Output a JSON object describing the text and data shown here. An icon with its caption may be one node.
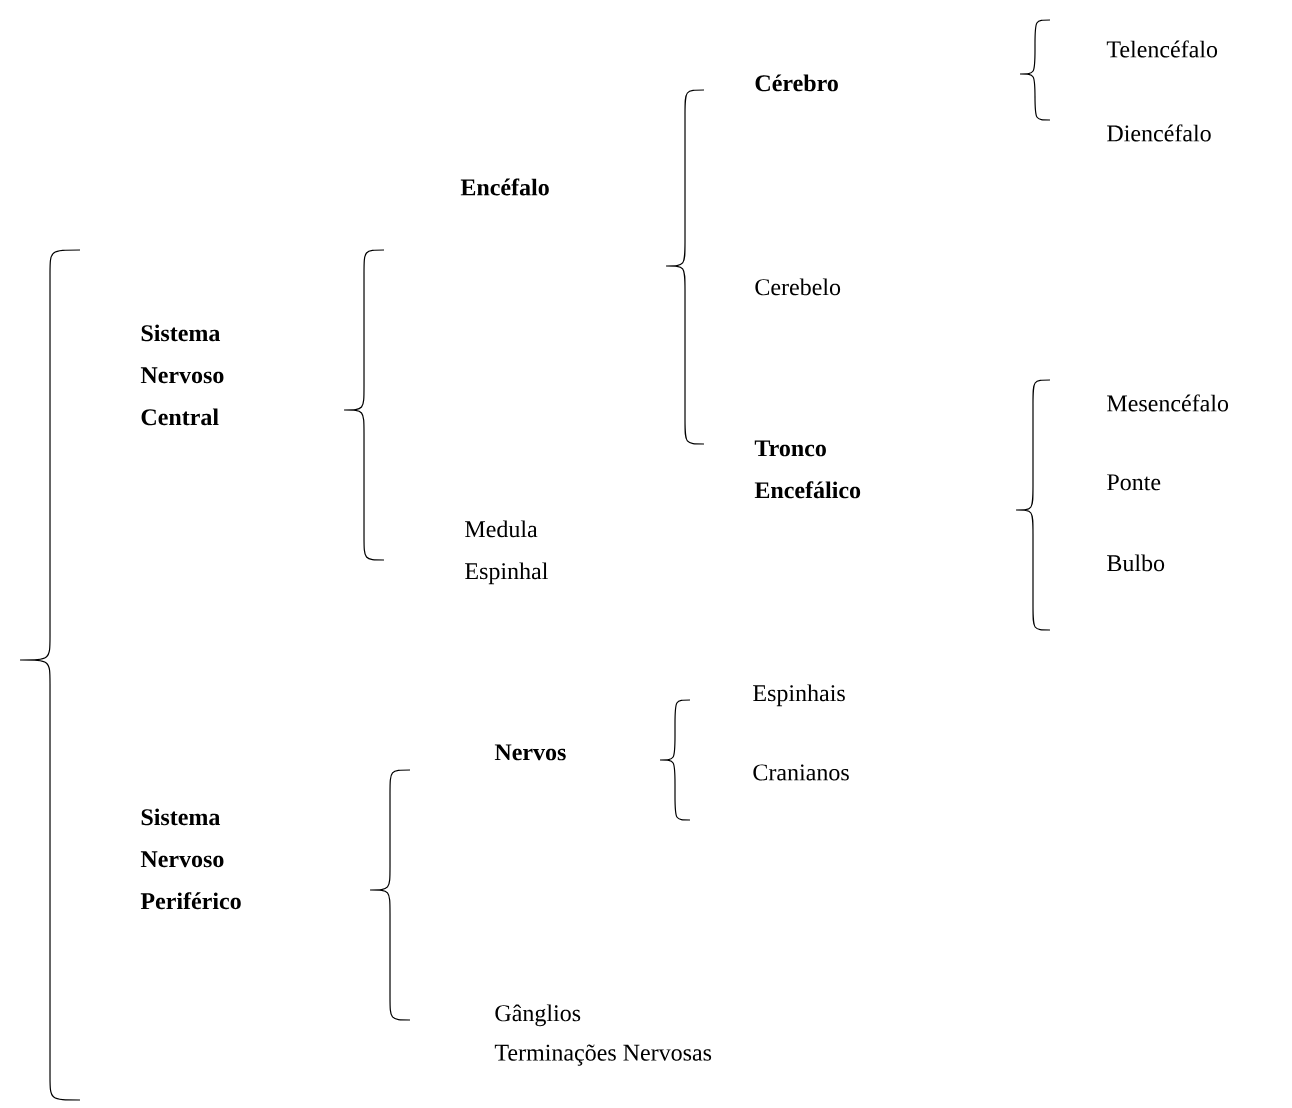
{
  "diagram": {
    "labels": [
      "Telencéfalo",
      "Cérebro",
      "Diencéfalo",
      "Encéfalo",
      "Sistema Nervoso Central",
      "Cerebelo",
      "Mesencéfalo",
      "Tronco Encefálico",
      "Ponte",
      "Medula Espinhal",
      "Bulbo",
      "Espinhais",
      "Nervos",
      "Cranianos",
      "Sistema Nervoso Periférico",
      "Gânglios",
      "Terminações Nervosas"
    ]
  }
}
